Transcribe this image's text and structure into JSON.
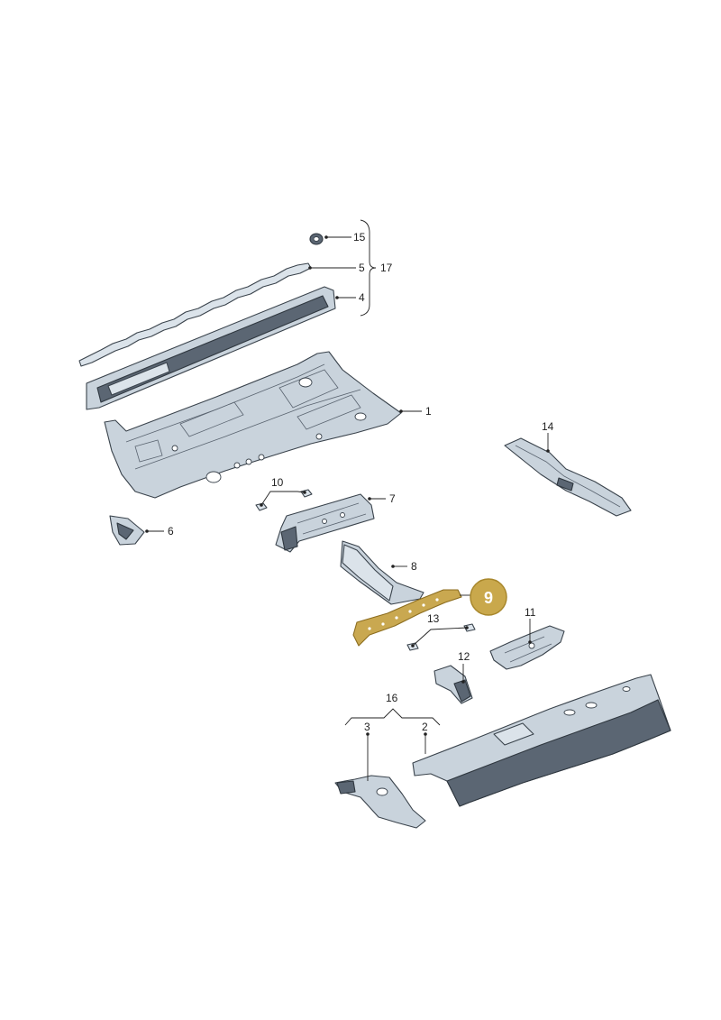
{
  "colors": {
    "part_fill": "#c9d3dc",
    "part_dark": "#5b6673",
    "highlight": "#c9a850",
    "callout": "#c9a84c"
  },
  "labels": {
    "p1": "1",
    "p2": "2",
    "p3": "3",
    "p4": "4",
    "p5": "5",
    "p6": "6",
    "p7": "7",
    "p8": "8",
    "p10": "10",
    "p11": "11",
    "p12": "12",
    "p13": "13",
    "p14": "14",
    "p15": "15",
    "p16": "16",
    "p17": "17"
  },
  "callout": {
    "selected_part": "9"
  }
}
